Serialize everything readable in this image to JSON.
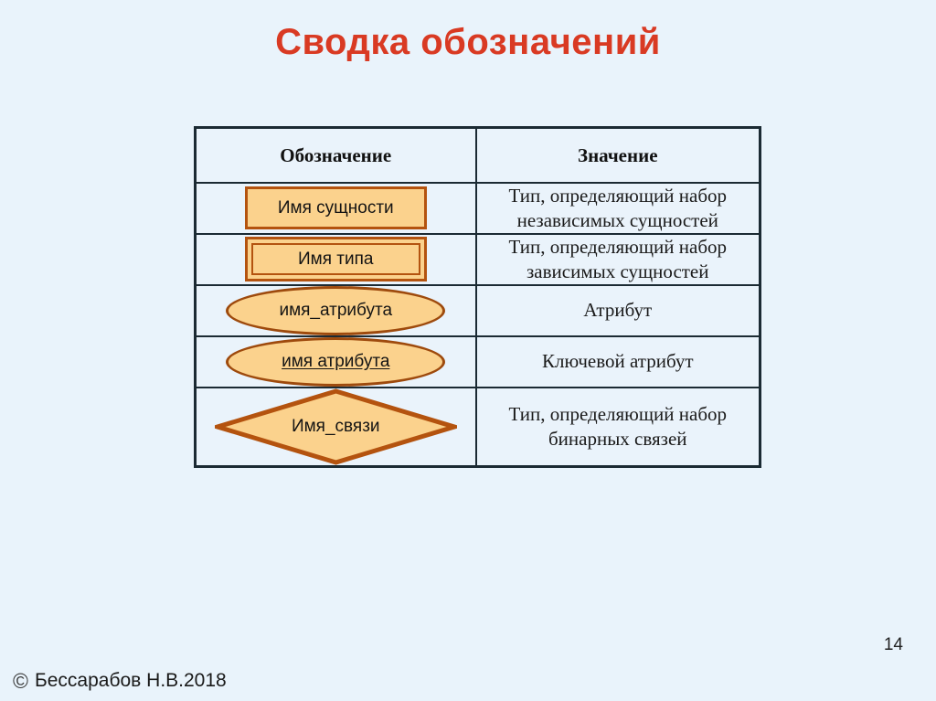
{
  "slide": {
    "title": "Сводка обозначений",
    "page_number": "14",
    "background_color": "#e9f3fb",
    "title_color": "#d93a23"
  },
  "table": {
    "headers": {
      "symbol": "Обозначение",
      "meaning": "Значение"
    },
    "shape_colors": {
      "fill": "#fbd28d",
      "stroke": "#b4530f"
    },
    "rows": [
      {
        "shape": "rectangle",
        "label": "Имя сущности",
        "meaning": "Тип, определяющий набор независимых сущностей"
      },
      {
        "shape": "double-rectangle",
        "label": "Имя типа",
        "meaning": "Тип, определяющий набор зависимых сущностей"
      },
      {
        "shape": "ellipse",
        "label": "имя_атрибута",
        "meaning": "Атрибут"
      },
      {
        "shape": "ellipse-underlined",
        "label": "имя атрибута",
        "meaning": "Ключевой атрибут"
      },
      {
        "shape": "diamond",
        "label": "Имя_связи",
        "meaning": "Тип, определяющий набор бинарных связей"
      }
    ]
  },
  "footer": {
    "copyright_symbol": "©",
    "copyright_text": "Бессарабов Н.В.2018"
  }
}
